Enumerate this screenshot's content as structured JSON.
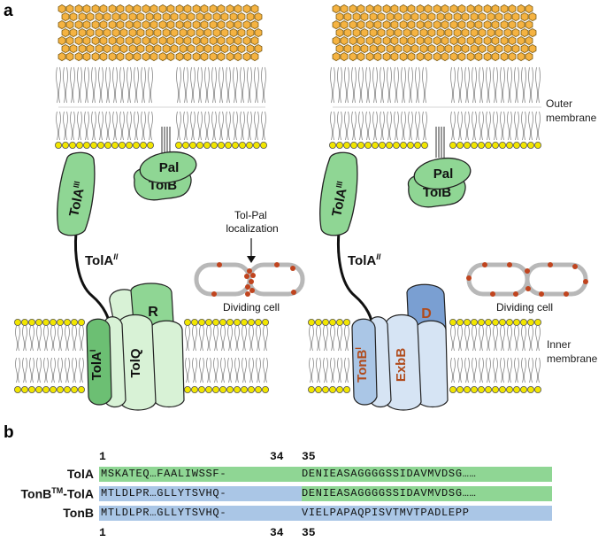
{
  "panels": {
    "a": "a",
    "b": "b"
  },
  "left": {
    "outer_membrane": "Outer\nmembrane",
    "pal": "Pal",
    "tolb": "TolB",
    "tola3": "TolA",
    "tola3_sup": "III",
    "tola2": "TolA",
    "tola2_sup": "II",
    "tola1": "TolA",
    "tola1_sup": "I",
    "tolq": "TolQ",
    "r": "R",
    "localization": "Tol-Pal\nlocalization",
    "dividing_cell": "Dividing cell",
    "inner_membrane": "Inner\nmembrane"
  },
  "right": {
    "pal": "Pal",
    "tolb": "TolB",
    "tola3": "TolA",
    "tola3_sup": "III",
    "tola2": "TolA",
    "tola2_sup": "II",
    "tonb": "TonB",
    "tonb_sup": "I",
    "exbb": "ExbB",
    "d": "D",
    "dividing_cell": "Dividing cell"
  },
  "alignment": {
    "top_numbers": {
      "n1": "1",
      "n34": "34",
      "n35": "35"
    },
    "bottom_numbers": {
      "n1": "1",
      "n34": "34",
      "n35": "35"
    },
    "rows": [
      {
        "label": "TolA",
        "seg1": "MSKATEQ…FAALIWSSF-",
        "seg2": "DENIEASAGGGGSSIDAVMVDSG……"
      },
      {
        "label": "TonBTM-TolA",
        "label_main": "TonB",
        "label_sup": "TM",
        "label_tail": "-TolA",
        "seg1": "MTLDLPR…GLLYTSVHQ-",
        "seg2": "DENIEASAGGGGSSIDAVMVDSG……"
      },
      {
        "label": "TonB",
        "seg1": "MTLDLPR…GLLYTSVHQ-",
        "seg2": "VIELPAPAQPISVTMVTPADLEPP"
      }
    ]
  },
  "colors": {
    "lps_fill": "#f5b342",
    "lipid_head": "#f2e600",
    "tol_green": "#8fd694",
    "tol_green_dark": "#6cbf73",
    "tol_pale": "#d8f2d6",
    "ton_blue": "#aac6e6",
    "ton_pale": "#d6e4f4",
    "ton_dark": "#7a9fd2",
    "protein_text_red": "#b04b1c",
    "cell_wall": "#b8b8b8",
    "dot": "#c0441e",
    "seq_green": "#8fd694",
    "seq_blue": "#aac6e6"
  }
}
